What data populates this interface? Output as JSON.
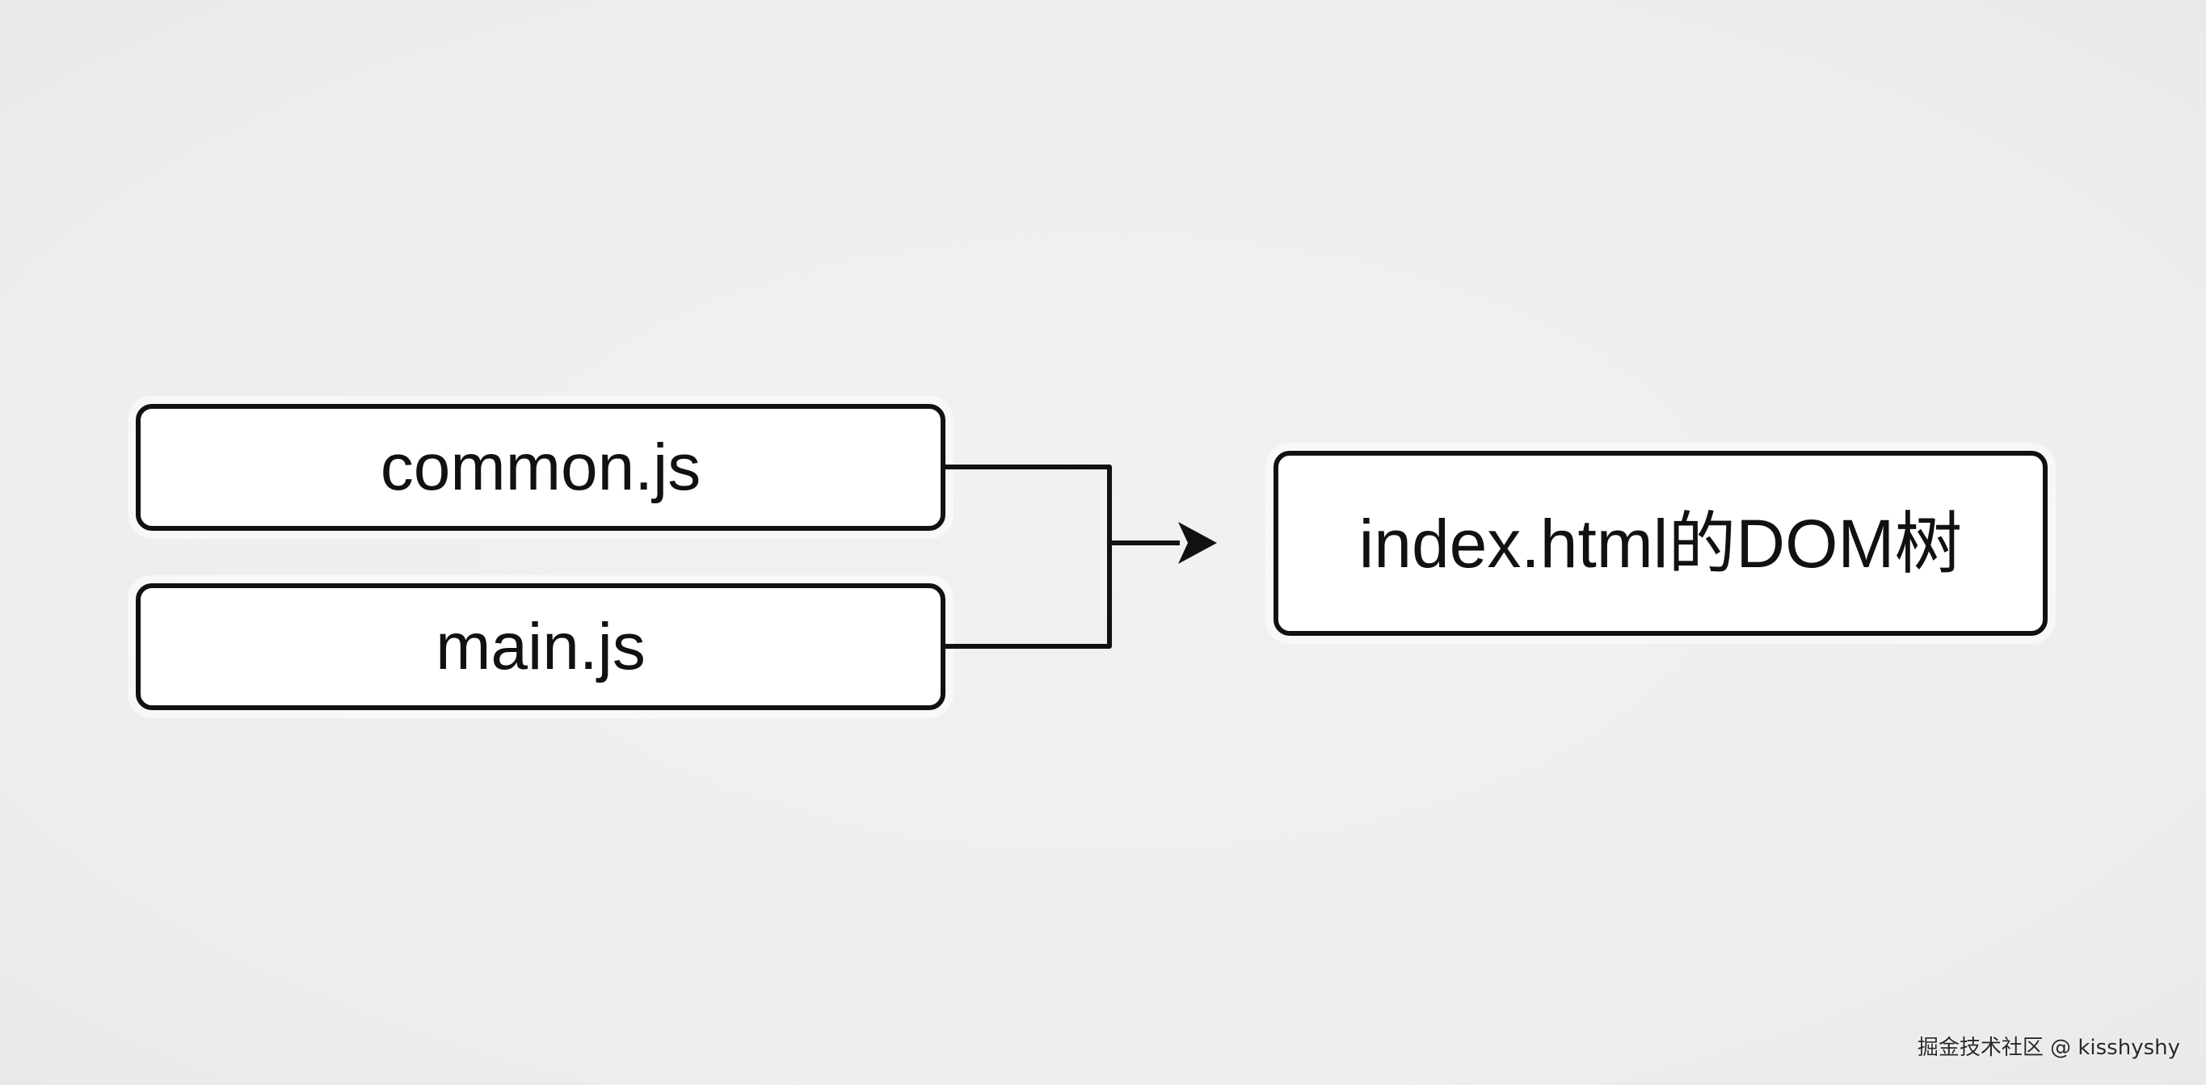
{
  "diagram": {
    "nodes": [
      {
        "id": "common",
        "label": "common.js"
      },
      {
        "id": "main",
        "label": "main.js"
      },
      {
        "id": "target",
        "label": "index.html的DOM树"
      }
    ],
    "edges": [
      {
        "from": "common",
        "to": "target"
      },
      {
        "from": "main",
        "to": "target"
      }
    ]
  },
  "watermark": "掘金技术社区 @ kisshyshy",
  "colors": {
    "background": "#efefef",
    "box_fill": "#ffffff",
    "stroke": "#111111"
  }
}
